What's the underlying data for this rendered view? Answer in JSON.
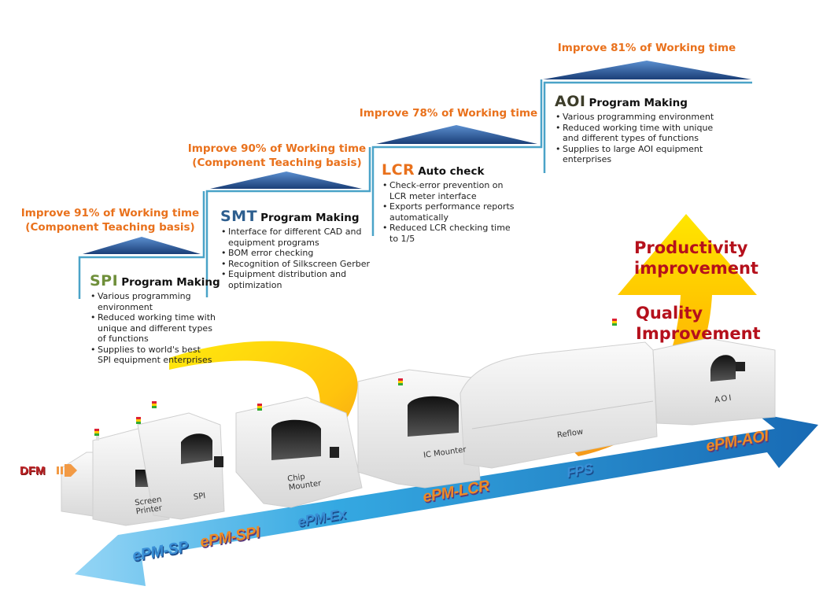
{
  "stages": [
    {
      "improvement": [
        "Improve 91% of Working time",
        "(Component Teaching basis)"
      ],
      "code": "SPI",
      "code_color": "#6f8f3a",
      "subtitle": "Program Making",
      "bullets": [
        "Various programming environment",
        "Reduced working time with unique and different types of functions",
        "Supplies to world's best SPI equipment enterprises"
      ]
    },
    {
      "improvement": [
        "Improve 90% of Working time",
        "(Component Teaching basis)"
      ],
      "code": "SMT",
      "code_color": "#2e5f8f",
      "subtitle": "Program Making",
      "bullets": [
        "Interface for different CAD and equipment programs",
        "BOM error checking",
        "Recognition of Silkscreen Gerber",
        "Equipment distribution and optimization"
      ]
    },
    {
      "improvement": [
        "Improve 78% of Working time"
      ],
      "code": "LCR",
      "code_color": "#e9711c",
      "subtitle": "Auto check",
      "bullets": [
        "Check-error prevention on LCR meter interface",
        "Exports performance reports automatically",
        "Reduced LCR checking time to 1/5"
      ]
    },
    {
      "improvement": [
        "Improve 81% of Working time"
      ],
      "code": "AOI",
      "code_color": "#3d3d2a",
      "subtitle": "Program Making",
      "bullets": [
        "Various programming environment",
        "Reduced working time with unique and different types of functions",
        "Supplies to large AOI equipment enterprises"
      ]
    }
  ],
  "callouts": {
    "productivity": [
      "Productivity",
      "improvement"
    ],
    "quality": [
      "Quality",
      "Improvement"
    ]
  },
  "machines": {
    "screen_printer": [
      "Screen",
      "Printer"
    ],
    "spi": "SPI",
    "chip_mounter": [
      "Chip",
      "Mounter"
    ],
    "ic_mounter": "IC Mounter",
    "reflow": "Reflow",
    "aoi": "AOI"
  },
  "flow_labels": {
    "dfm": "DFM",
    "epm_sp": "ePM-SP",
    "epm_spi": "ePM-SPI",
    "epm_ex": "ePM-Ex",
    "epm_lcr": "ePM-LCR",
    "fps": "FPS",
    "epm_aoi": "ePM-AOI"
  },
  "colors": {
    "improvement_text": "#e9711c",
    "step_line": "#4aa3c8",
    "callout_text": "#b5101c",
    "arrow_yellow": "#ffd400",
    "arrow_orange": "#f5a623",
    "flow_arrow_blue": "#1e88d0"
  }
}
